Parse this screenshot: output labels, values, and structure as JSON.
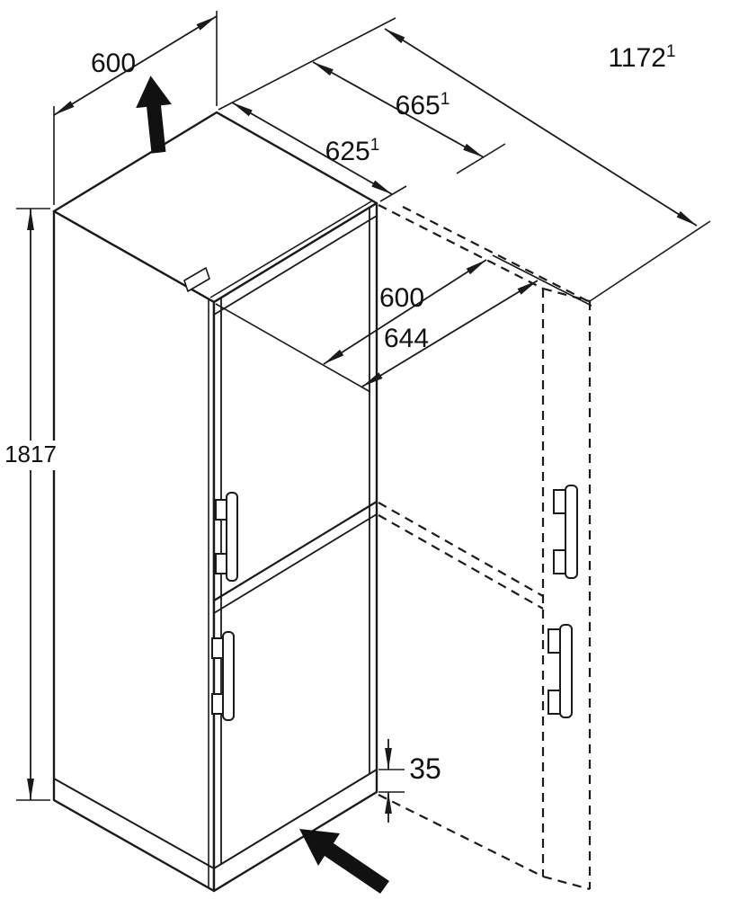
{
  "diagram": {
    "dimensions": {
      "top_width": {
        "value": "600"
      },
      "height": {
        "value": "1817"
      },
      "depth_open_total": {
        "value": "1172",
        "sup": "1"
      },
      "depth_with_door": {
        "value": "665",
        "sup": "1"
      },
      "depth_body": {
        "value": "625",
        "sup": "1"
      },
      "front_width": {
        "value": "600"
      },
      "door_clearance_width": {
        "value": "644"
      },
      "base_height": {
        "value": "35"
      }
    },
    "colors": {
      "line": "#1a1a1a",
      "background": "#ffffff"
    }
  }
}
